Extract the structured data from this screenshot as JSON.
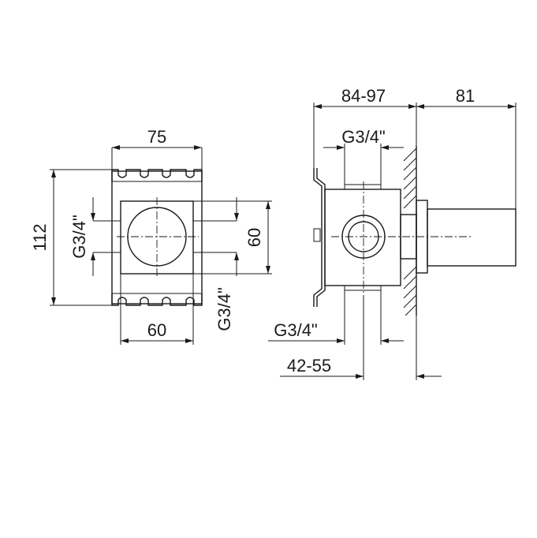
{
  "colors": {
    "ink": "#1a1a1a",
    "background": "#ffffff"
  },
  "front_view": {
    "width_top": "75",
    "height_left": "112",
    "thread_left": "G3/4\"",
    "square_height": "60",
    "thread_bottom_right": "G3/4\"",
    "width_bottom": "60"
  },
  "side_view": {
    "depth_range": "84-97",
    "extension": "81",
    "thread_top": "G3/4\"",
    "thread_bottom": "G3/4\"",
    "offset_range": "42-55"
  }
}
